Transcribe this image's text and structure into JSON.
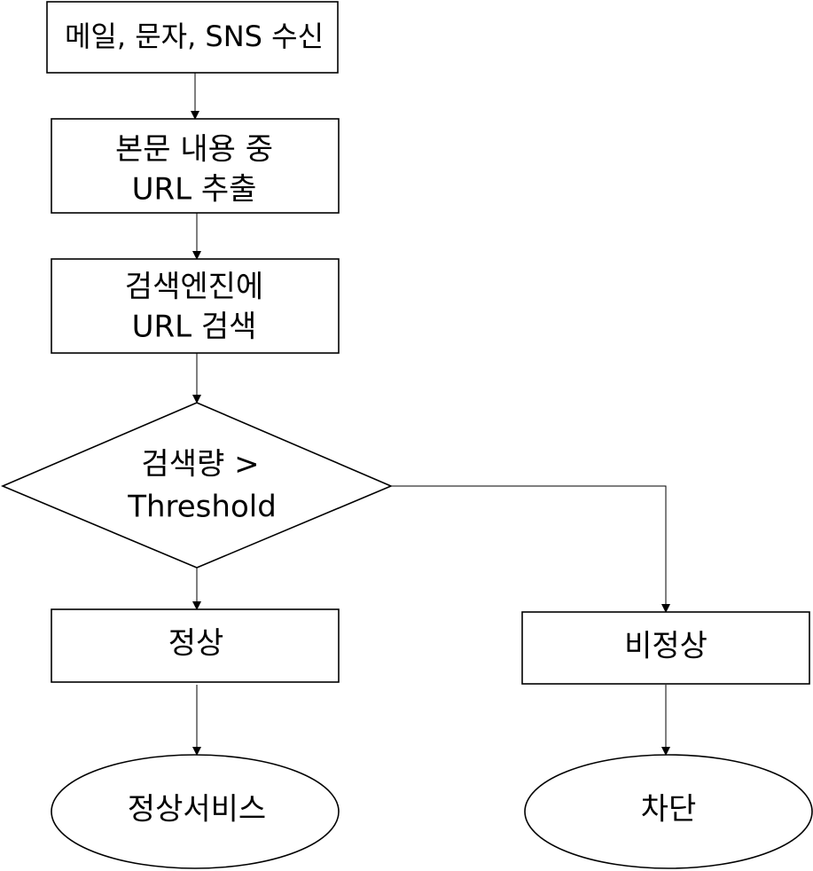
{
  "nodes": {
    "receive": {
      "line1": "메일, 문자, SNS 수신"
    },
    "extract": {
      "line1": "본문 내용 중",
      "line2": "URL 추출"
    },
    "search": {
      "line1": "검색엔진에",
      "line2": "URL 검색"
    },
    "decision": {
      "line1": "검색량 >",
      "line2": "Threshold"
    },
    "normal": {
      "line1": "정상"
    },
    "abnormal": {
      "line1": "비정상"
    },
    "normal_service": {
      "line1": "정상서비스"
    },
    "block": {
      "line1": "차단"
    }
  }
}
